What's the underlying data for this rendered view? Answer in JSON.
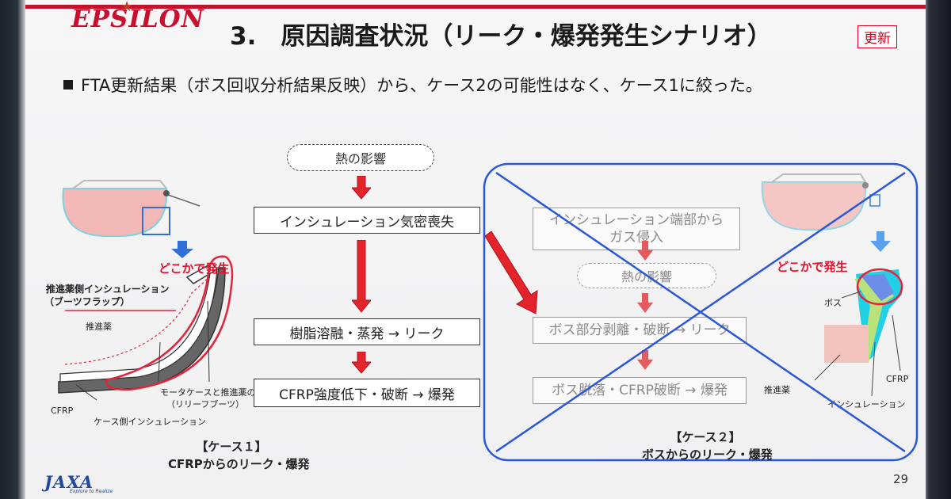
{
  "header": {
    "logo": "EPSILON",
    "logo_star": "★",
    "title": "3.　原因調査状況（リーク・爆発発生シナリオ）",
    "badge": "更新"
  },
  "bullet": "FTA更新結果（ボス回収分析結果反映）から、ケース2の可能性はなく、ケース1に絞った。",
  "flow": {
    "heat": "熱の影響",
    "step1": "インシュレーション気密喪失",
    "step2": "樹脂溶融・蒸発 → リーク",
    "step3": "CFRP強度低下・破断 → 爆発"
  },
  "case1": {
    "occur_label": "どこかで発生",
    "label_boots_1": "推進薬側インシュレーション",
    "label_boots_2": "（ブーツフラップ）",
    "label_propellant": "推進薬",
    "label_gap_1": "モータケースと推進薬の隙間",
    "label_gap_2": "（リリーフブーツ）",
    "label_cfrp": "CFRP",
    "label_case_ins": "ケース側インシュレーション",
    "caption_1": "【ケース１】",
    "caption_2": "CFRPからのリーク・爆発"
  },
  "case2": {
    "step1_line1": "インシュレーション端部から",
    "step1_line2": "ガス侵入",
    "heat": "熱の影響",
    "step2": "ボス部分剥離・破断 → リーク",
    "step3": "ボス脱落・CFRP破断 → 爆発",
    "occur_label": "どこかで発生",
    "label_boss": "ボス",
    "label_cfrp": "CFRP",
    "label_propellant": "推進薬",
    "label_ins": "インシュレーション",
    "caption_1": "【ケース２】",
    "caption_2": "ボスからのリーク・爆発"
  },
  "footer": {
    "logo": "JAXA",
    "tagline": "Explore to Realize",
    "page": "29"
  },
  "colors": {
    "brand_red": "#c8102e",
    "arrow_red": "#e3242b",
    "strike_blue": "#2a57d8",
    "arrow_blue": "#3b82e6"
  }
}
